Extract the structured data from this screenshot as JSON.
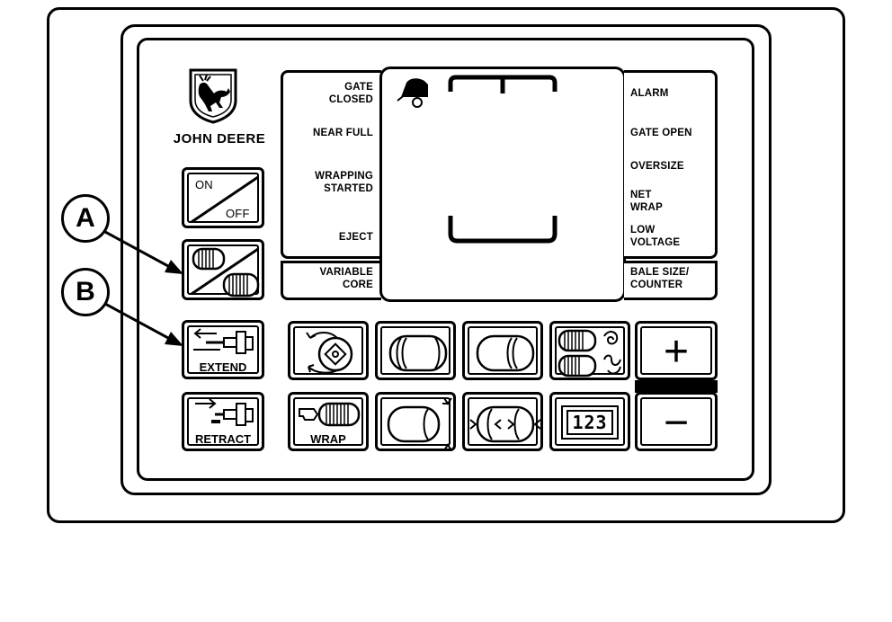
{
  "brand": {
    "name": "John Deere",
    "name_display": "JOHN DEERE"
  },
  "left_labels": {
    "gate_closed": "GATE\nCLOSED",
    "near_full": "NEAR FULL",
    "wrapping_started": "WRAPPING\nSTARTED",
    "eject": "EJECT",
    "variable_core": "VARIABLE\nCORE"
  },
  "right_labels": {
    "alarm": "ALARM",
    "gate_open": "GATE OPEN",
    "oversize": "OVERSIZE",
    "net_wrap": "NET\nWRAP",
    "low_voltage": "LOW\nVOLTAGE",
    "bale_size_counter": "BALE SIZE/\nCOUNTER"
  },
  "buttons": {
    "on": "ON",
    "off": "OFF",
    "extend": "EXTEND",
    "retract": "RETRACT",
    "wrap": "WRAP",
    "plus": "+",
    "minus": "−",
    "counter_digits": "123"
  },
  "callouts": {
    "a": "A",
    "b": "B"
  }
}
